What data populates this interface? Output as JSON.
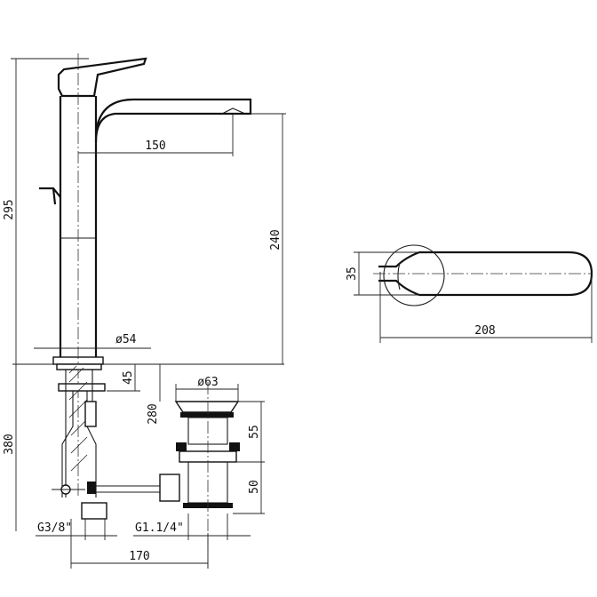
{
  "dimensions": {
    "total_height": "295",
    "spout_height": "240",
    "spout_reach": "150",
    "base_diameter": "ø54",
    "deck_thickness": "45",
    "below_deck": "380",
    "hose_length": "280",
    "waste_diameter": "ø63",
    "waste_upper": "55",
    "waste_lower": "50",
    "supply_thread": "G3/8\"",
    "waste_thread": "G1.1/4\"",
    "connection_spacing": "170",
    "plan_depth": "35",
    "plan_length": "208"
  }
}
